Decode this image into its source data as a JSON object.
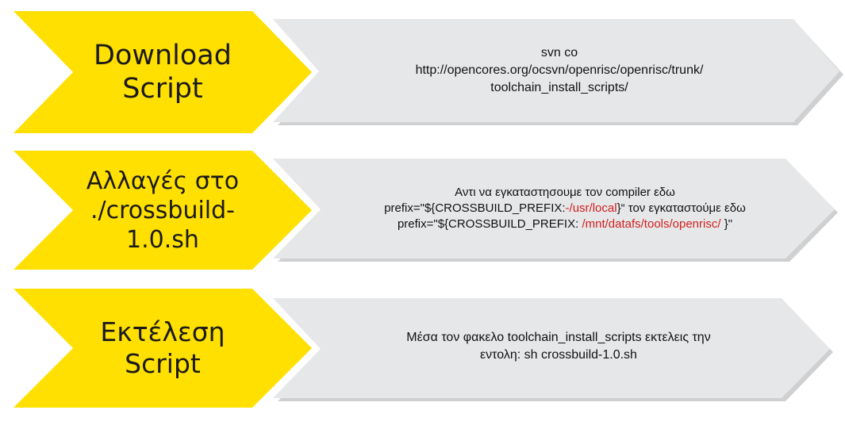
{
  "colors": {
    "chevron_fill": "#ffe000",
    "panel_fill": "#e6e7e8",
    "shadow": "#cfd0d2",
    "highlight": "#d21f1f"
  },
  "steps": [
    {
      "label_lines": [
        "Download",
        "Script"
      ],
      "desc_lines": [
        {
          "parts": [
            {
              "text": "svn co"
            }
          ]
        },
        {
          "parts": [
            {
              "text": "http://opencores.org/ocsvn/openrisc/openrisc/trunk/"
            }
          ]
        },
        {
          "parts": [
            {
              "text": "toolchain_install_scripts/"
            }
          ]
        }
      ]
    },
    {
      "label_lines": [
        "Αλλαγές στο",
        "./crossbuild-",
        "1.0.sh"
      ],
      "desc_lines": [
        {
          "parts": [
            {
              "text": "Αντι να εγκαταστησουμε τον compiler εδω"
            }
          ]
        },
        {
          "parts": [
            {
              "text": "prefix=\"${CROSSBUILD_PREFIX:"
            },
            {
              "text": "-/usr/local",
              "highlight": true
            },
            {
              "text": "}“ τον εγκαταστούμε εδω"
            }
          ]
        },
        {
          "parts": [
            {
              "text": "prefix=\"${CROSSBUILD_PREFIX: "
            },
            {
              "text": "/mnt/datafs/tools/openrisc/",
              "highlight": true
            },
            {
              "text": " }\""
            }
          ]
        }
      ]
    },
    {
      "label_lines": [
        "Εκτέλεση",
        "Script"
      ],
      "desc_lines": [
        {
          "parts": [
            {
              "text": "Μέσα τον φακελο toolchain_install_scripts εκτελεις την"
            }
          ]
        },
        {
          "parts": [
            {
              "text": "εντολη: sh crossbuild-1.0.sh"
            }
          ]
        }
      ]
    }
  ]
}
